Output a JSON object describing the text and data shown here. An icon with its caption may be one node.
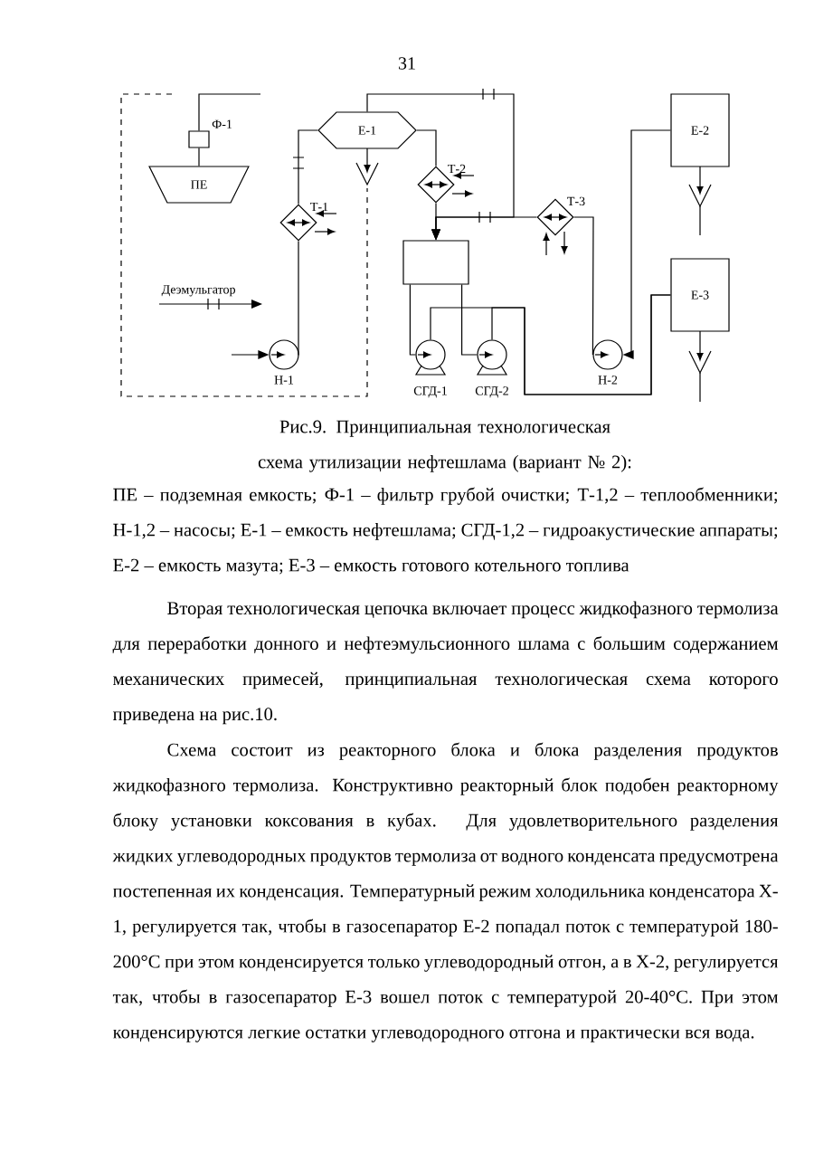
{
  "diagram": {
    "caption": "Рис.9. Принципиальная технологическая схема утилизации нефтешлама (вариант № 2):",
    "nodes": [
      {
        "text": [
          "ПЕ"
        ]
      },
      {
        "text": [
          "Ф-1"
        ]
      },
      {
        "text": [
          "Е-1"
        ]
      },
      {
        "text": [
          "Т-1"
        ]
      },
      {
        "text": [
          "Т-2"
        ]
      },
      {
        "text": [],
        "shape": "box"
      },
      {
        "text": [
          "Т-3"
        ]
      },
      {
        "text": [
          "Н-1"
        ]
      },
      {
        "text": [
          "СГД-1"
        ]
      },
      {
        "text": [
          "СГД-2"
        ]
      },
      {
        "text": [
          "Н-2"
        ]
      },
      {
        "text": [
          "Е-2"
        ]
      },
      {
        "text": [
          "Е-3"
        ]
      },
      {
        "text": [
          "Деэмульгатор"
        ]
      }
    ],
    "edges": [
      {
        "from": 0,
        "to": 1,
        "arrow": "none"
      },
      {
        "from": 1,
        "to": null,
        "arrow": "none"
      },
      {
        "from": 7,
        "to": 3,
        "arrow": "none"
      },
      {
        "from": 3,
        "to": 2,
        "arrow": "none"
      },
      {
        "from": 13,
        "to": null,
        "arrow": "to"
      },
      {
        "from": null,
        "to": 7,
        "arrow": "to"
      },
      {
        "from": 2,
        "to": 4,
        "arrow": "none"
      },
      {
        "from": 4,
        "to": 5,
        "arrow": "to"
      },
      {
        "from": 2,
        "to": 5,
        "arrow": "to"
      },
      {
        "from": 6,
        "to": 5,
        "arrow": "to"
      },
      {
        "from": 10,
        "to": 6,
        "arrow": "none"
      },
      {
        "from": 11,
        "to": 10,
        "arrow": "to"
      },
      {
        "from": 5,
        "to": 8,
        "arrow": "none"
      },
      {
        "from": 5,
        "to": 9,
        "arrow": "none"
      },
      {
        "from": 8,
        "to": 12,
        "arrow": "none"
      },
      {
        "from": 9,
        "to": 12,
        "arrow": "none"
      }
    ],
    "labels": [
      "31",
      "ПЕ – подземная емкость; Ф-1 – фильтр грубой очистки; Т-1,2 – теплообменники; Н-1,2 – насосы; Е-1 – емкость нефтешлама; СГД-1,2 – гидроакустические аппараты; Е-2 – емкость мазута; Е-3 – емкость готового котельного топлива",
      "Вторая технологическая цепочка включает процесс жидкофазного термолиза для переработки донного и нефтеэмульсионного шлама с большим содержанием механических примесей, принципиальная технологическая схема которого приведена на рис.10.",
      "Схема состоит из реакторного блока и блока разделения продуктов жидкофазного термолиза. Конструктивно реакторный блок подобен реакторному блоку установки коксования в кубах. Для удовлетворительного разделения жидких углеводородных продуктов термолиза от водного конденсата предусмотрена постепенная их конденсация. Температурный режим холодильника конденсатора Х-1, регулируется так, чтобы в газосепаратор Е-2 попадал поток с температурой 180-200°С при этом конденсируется только углеводородный отгон, а в Х-2, регулируется так, чтобы в газосепаратор Е-3 вошел поток с температурой 20-40°С. При этом конденсируются легкие остатки углеводородного отгона и практически вся вода."
    ]
  }
}
